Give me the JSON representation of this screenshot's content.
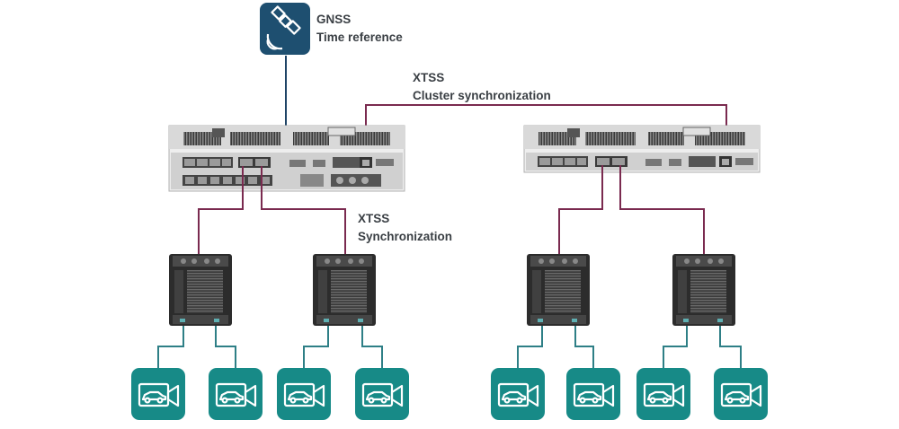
{
  "gnss": {
    "line1": "GNSS",
    "line2": "Time reference",
    "icon": "satellite-icon"
  },
  "cluster_sync": {
    "line1": "XTSS",
    "line2": "Cluster synchronization"
  },
  "sync": {
    "line1": "XTSS",
    "line2": "Synchronization"
  },
  "servers": [
    {
      "name": "server-left",
      "icon": "server-rack-icon"
    },
    {
      "name": "server-right",
      "icon": "server-rack-icon"
    }
  ],
  "nodes": [
    {
      "name": "edge-node-1"
    },
    {
      "name": "edge-node-2"
    },
    {
      "name": "edge-node-3"
    },
    {
      "name": "edge-node-4"
    }
  ],
  "cameras": {
    "count": 8,
    "icon": "vehicle-camera-icon"
  },
  "colors": {
    "sync_line": "#7a2a4f",
    "gnss_line": "#1f4466",
    "camera_line": "#2e7f86",
    "camera_fill": "#178a87",
    "gnss_fill": "#1e4f70",
    "device_dark": "#2c2c2c",
    "label": "#3a3f44"
  }
}
